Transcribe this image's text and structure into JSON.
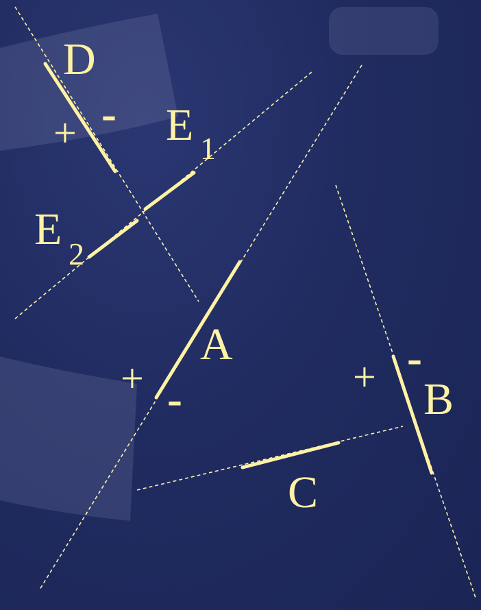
{
  "colors": {
    "background": "#1f2a5e",
    "lines": "#fff3a3"
  },
  "labels": {
    "D": "D",
    "E1": "E",
    "E1_sub": "1",
    "E2": "E",
    "E2_sub": "2",
    "A": "A",
    "B": "B",
    "C": "C",
    "plus": "+",
    "minus": "-"
  }
}
